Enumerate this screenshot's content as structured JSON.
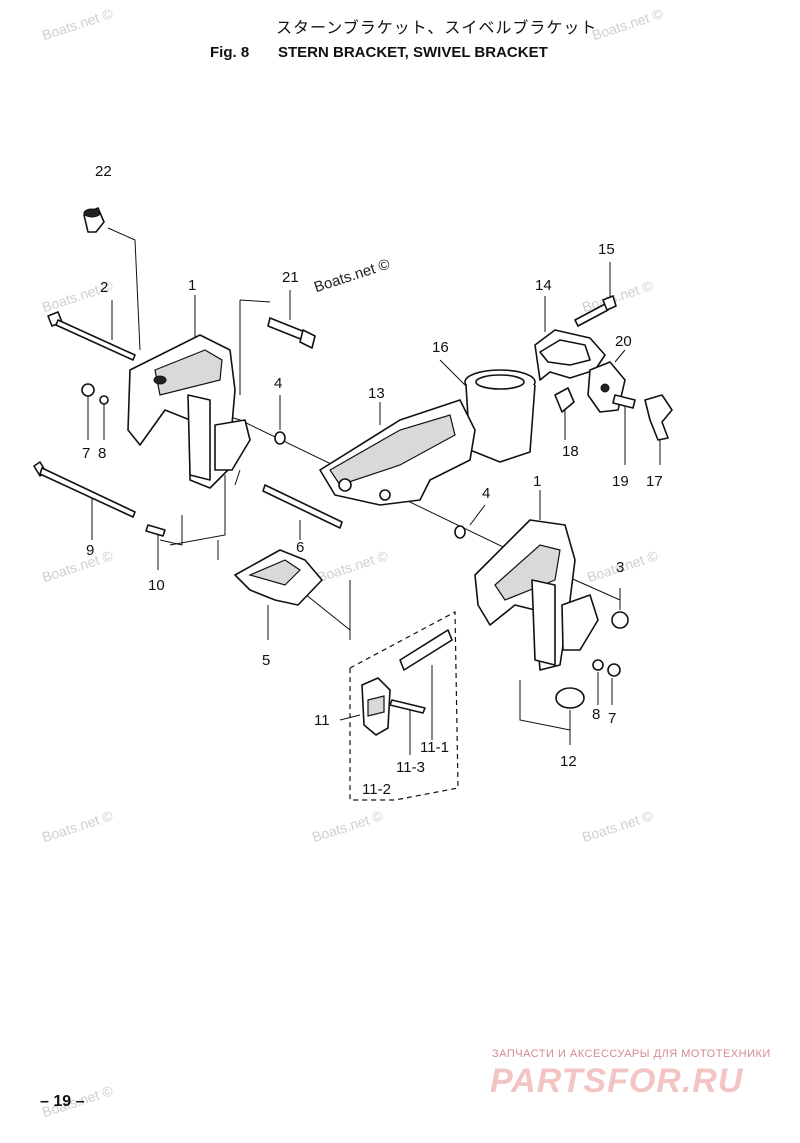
{
  "header": {
    "title_jp": "スターンブラケット、スイベルブラケット",
    "fig_no": "Fig. 8",
    "title_en": "STERN BRACKET, SWIVEL BRACKET"
  },
  "footer": {
    "page_number": "– 19 –",
    "brand_tagline": "ЗАПЧАСТИ И АКСЕССУАРЫ ДЛЯ МОТОТЕХНИКИ",
    "brand_logo": "PARTSFOR.RU"
  },
  "watermark": {
    "text": "Boats.net ©"
  },
  "callouts": [
    {
      "id": "c22",
      "label": "22"
    },
    {
      "id": "c2",
      "label": "2"
    },
    {
      "id": "c1a",
      "label": "1"
    },
    {
      "id": "c21",
      "label": "21"
    },
    {
      "id": "c15",
      "label": "15"
    },
    {
      "id": "c14",
      "label": "14"
    },
    {
      "id": "c16",
      "label": "16"
    },
    {
      "id": "c20",
      "label": "20"
    },
    {
      "id": "c4a",
      "label": "4"
    },
    {
      "id": "c13",
      "label": "13"
    },
    {
      "id": "c7a",
      "label": "7"
    },
    {
      "id": "c8a",
      "label": "8"
    },
    {
      "id": "c18",
      "label": "18"
    },
    {
      "id": "c19",
      "label": "19"
    },
    {
      "id": "c17",
      "label": "17"
    },
    {
      "id": "c4b",
      "label": "4"
    },
    {
      "id": "c1b",
      "label": "1"
    },
    {
      "id": "c9",
      "label": "9"
    },
    {
      "id": "c6",
      "label": "6"
    },
    {
      "id": "c10",
      "label": "10"
    },
    {
      "id": "c3",
      "label": "3"
    },
    {
      "id": "c5",
      "label": "5"
    },
    {
      "id": "c11",
      "label": "11"
    },
    {
      "id": "c11-1",
      "label": "11-1"
    },
    {
      "id": "c8b",
      "label": "8"
    },
    {
      "id": "c7b",
      "label": "7"
    },
    {
      "id": "c12",
      "label": "12"
    },
    {
      "id": "c11-3",
      "label": "11-3"
    },
    {
      "id": "c11-2",
      "label": "11-2"
    }
  ]
}
